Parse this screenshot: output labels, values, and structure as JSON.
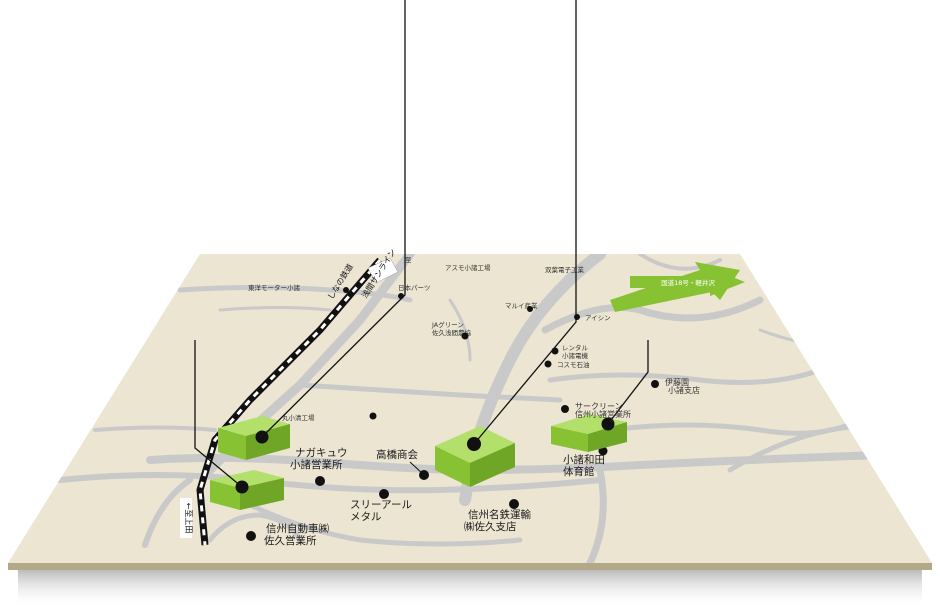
{
  "colors": {
    "board": "#ebe5d2",
    "board_edge": "#b8ad8e",
    "road": "#c9c9c9",
    "green": "#86c232",
    "green_top": "#b3e06a",
    "dark": "#111111"
  },
  "direction_sign": "国道18号・軽井沢",
  "rail_label": "しなの鉄道",
  "road_label": "浅間サンライン",
  "road_label_top": "至",
  "south_arrow_label": "←至上田",
  "labels": {
    "nagakyu": [
      "ナガキュウ",
      "小諸営業所"
    ],
    "takahashi": "高橋商会",
    "three_r": [
      "スリーアール",
      "メタル"
    ],
    "shinshu_jidousha": [
      "信州自動車㈱",
      "佐久営業所"
    ],
    "shinshu_meitetsu": [
      "信州名鉄運輸",
      "㈱佐久支店"
    ],
    "komoro_gym": [
      "小諸和田",
      "体育館"
    ],
    "sun_green": [
      "サークリーン",
      "信州小諸営業所"
    ],
    "itouen": [
      "伊藤園",
      "小諸支店"
    ]
  },
  "small_labels": {
    "l1": "アスモ小諸工場",
    "l2": "双葉電子工業",
    "l3": "東洋モーター小諸",
    "l4": "日本パーツ",
    "l5": "JAグリーン",
    "l6": "佐久浅間農協",
    "l7": "マルイ産業",
    "l8": "アイシン",
    "l9": "レンタル",
    "l10": "小諸電機",
    "l11": "コスモ石油",
    "l12": "丸小清工場"
  }
}
